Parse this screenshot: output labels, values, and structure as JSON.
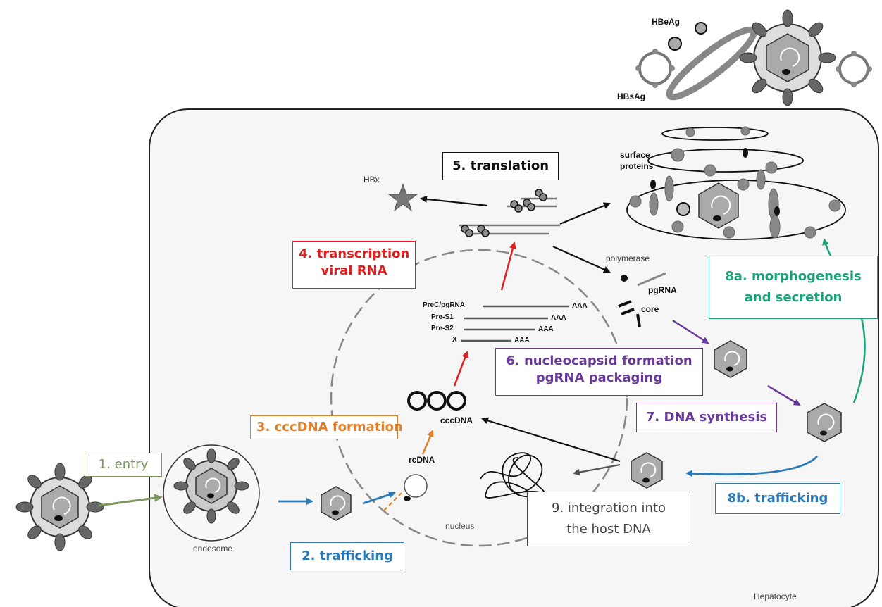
{
  "steps": {
    "entry": "1. entry",
    "trafficking_in": "2. trafficking",
    "cccdna_formation": "3. cccDNA formation",
    "transcription_line1": "4. transcription",
    "transcription_line2": "viral RNA",
    "translation": "5. translation",
    "nucleocapsid_line1": "6. nucleocapsid formation",
    "nucleocapsid_line2": "pgRNA packaging",
    "dna_synthesis": "7. DNA synthesis",
    "morphogenesis_line1": "8a. morphogenesis",
    "morphogenesis_line2": "and secretion",
    "trafficking_back": "8b. trafficking",
    "integration_line1": "9. integration into",
    "integration_line2": "the host DNA"
  },
  "labels": {
    "hbeag": "HBeAg",
    "hbsag": "HBsAg",
    "hbx": "HBx",
    "surface_line1": "surface",
    "surface_line2": "proteins",
    "polymerase": "polymerase",
    "pgrna": "pgRNA",
    "core": "core",
    "cccdna": "cccDNA",
    "rcdna": "rcDNA",
    "nucleus": "nucleus",
    "endosome": "endosome",
    "hepatocyte": "Hepatocyte"
  },
  "transcripts": [
    {
      "name": "PreC/pgRNA",
      "tail": "AAA"
    },
    {
      "name": "Pre-S1",
      "tail": "AAA"
    },
    {
      "name": "Pre-S2",
      "tail": "AAA"
    },
    {
      "name": "X",
      "tail": "AAA"
    }
  ],
  "colors": {
    "entry": "#7f9560",
    "trafficking": "#2a7ab8",
    "cccdna": "#e07f2a",
    "transcription": "#e02020",
    "translation": "#111111",
    "nucleocapsid": "#6a3a9a",
    "morphogenesis": "#1aa37a",
    "integration": "#444444"
  }
}
